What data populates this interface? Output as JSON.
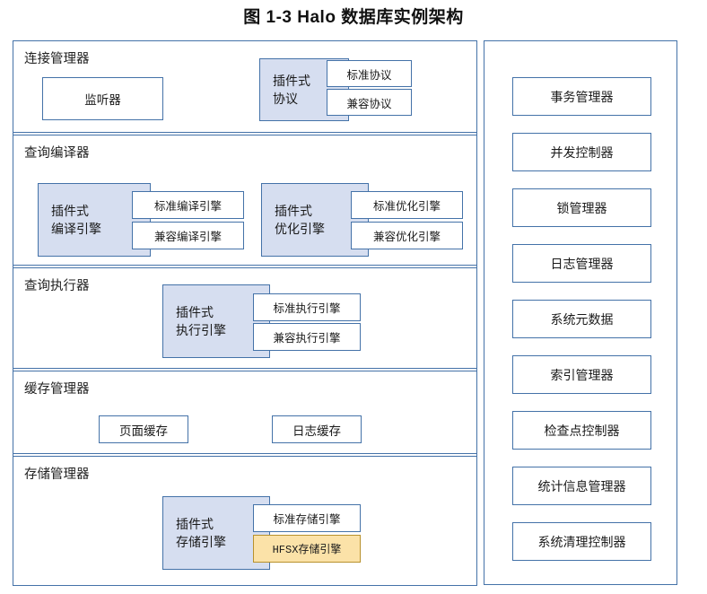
{
  "title": "图 1-3 Halo 数据库实例架构",
  "colors": {
    "border_blue": "#4472a8",
    "plugin_fill": "#d6def0",
    "highlight_fill": "#fbe2a8",
    "highlight_border": "#b8912c",
    "background": "#ffffff"
  },
  "left_panel": {
    "sections": [
      {
        "label": "连接管理器",
        "nodes": [
          {
            "label": "监听器"
          }
        ],
        "plugins": [
          {
            "line1": "插件式",
            "line2": "协议",
            "engines": [
              {
                "label": "标准协议",
                "highlight": false
              },
              {
                "label": "兼容协议",
                "highlight": false
              }
            ]
          }
        ]
      },
      {
        "label": "查询编译器",
        "nodes": [],
        "plugins": [
          {
            "line1": "插件式",
            "line2": "编译引擎",
            "engines": [
              {
                "label": "标准编译引擎",
                "highlight": false
              },
              {
                "label": "兼容编译引擎",
                "highlight": false
              }
            ]
          },
          {
            "line1": "插件式",
            "line2": "优化引擎",
            "engines": [
              {
                "label": "标准优化引擎",
                "highlight": false
              },
              {
                "label": "兼容优化引擎",
                "highlight": false
              }
            ]
          }
        ]
      },
      {
        "label": "查询执行器",
        "nodes": [],
        "plugins": [
          {
            "line1": "插件式",
            "line2": "执行引擎",
            "engines": [
              {
                "label": "标准执行引擎",
                "highlight": false
              },
              {
                "label": "兼容执行引擎",
                "highlight": false
              }
            ]
          }
        ]
      },
      {
        "label": "缓存管理器",
        "nodes": [
          {
            "label": "页面缓存"
          },
          {
            "label": "日志缓存"
          }
        ],
        "plugins": []
      },
      {
        "label": "存储管理器",
        "nodes": [],
        "plugins": [
          {
            "line1": "插件式",
            "line2": "存储引擎",
            "engines": [
              {
                "label": "标准存储引擎",
                "highlight": false
              },
              {
                "label": "HFSX存储引擎",
                "highlight": true
              }
            ]
          }
        ]
      }
    ]
  },
  "right_panel": {
    "services": [
      {
        "label": "事务管理器"
      },
      {
        "label": "并发控制器"
      },
      {
        "label": "锁管理器"
      },
      {
        "label": "日志管理器"
      },
      {
        "label": "系统元数据"
      },
      {
        "label": "索引管理器"
      },
      {
        "label": "检查点控制器"
      },
      {
        "label": "统计信息管理器"
      },
      {
        "label": "系统清理控制器"
      }
    ]
  }
}
